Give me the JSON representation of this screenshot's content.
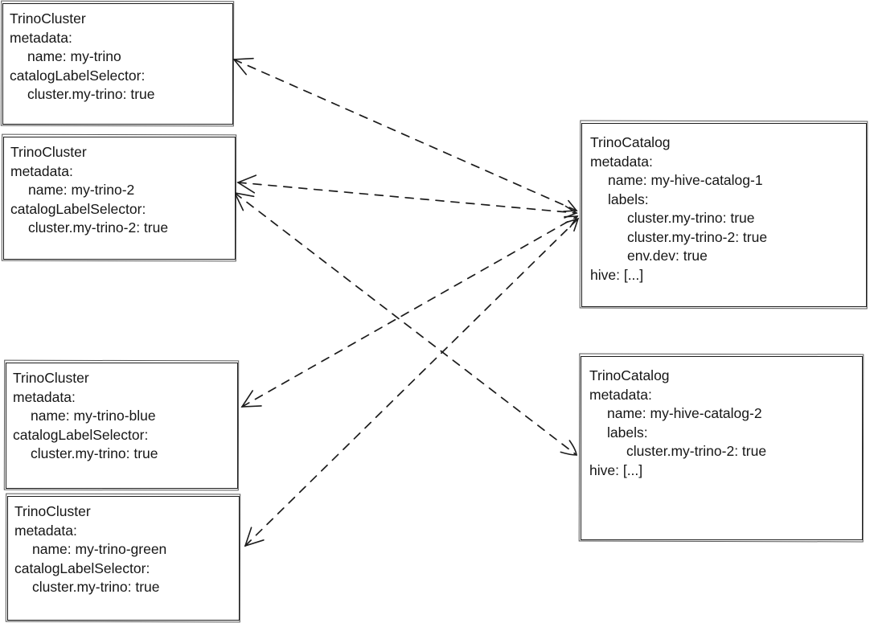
{
  "diagram": {
    "type": "resource-relationship-diagram",
    "colors": {
      "background": "#ffffff",
      "stroke": "#1c1c1c",
      "text": "#161616"
    },
    "boxes": [
      {
        "id": "trinocluster-my-trino",
        "lines": [
          "TrinoCluster",
          "metadata:",
          "name: my-trino",
          "catalogLabelSelector:",
          "cluster.my-trino: true"
        ]
      },
      {
        "id": "trinocluster-my-trino-2",
        "lines": [
          "TrinoCluster",
          "metadata:",
          "name: my-trino-2",
          "catalogLabelSelector:",
          "cluster.my-trino-2: true"
        ]
      },
      {
        "id": "trinocluster-my-trino-blue",
        "lines": [
          "TrinoCluster",
          "metadata:",
          "name: my-trino-blue",
          "catalogLabelSelector:",
          "cluster.my-trino: true"
        ]
      },
      {
        "id": "trinocluster-my-trino-green",
        "lines": [
          "TrinoCluster",
          "metadata:",
          "name: my-trino-green",
          "catalogLabelSelector:",
          "cluster.my-trino: true"
        ]
      },
      {
        "id": "trinocatalog-my-hive-catalog-1",
        "lines": [
          "TrinoCatalog",
          "metadata:",
          "name: my-hive-catalog-1",
          "labels:",
          "cluster.my-trino: true",
          "cluster.my-trino-2: true",
          "env.dev: true",
          "hive: [...]"
        ]
      },
      {
        "id": "trinocatalog-my-hive-catalog-2",
        "lines": [
          "TrinoCatalog",
          "metadata:",
          "name: my-hive-catalog-2",
          "labels:",
          "cluster.my-trino-2: true",
          "hive: [...]"
        ]
      }
    ],
    "edges": [
      {
        "from": "trinocatalog-my-hive-catalog-1",
        "to": "trinocluster-my-trino",
        "style": "dashed",
        "arrowheads": "both"
      },
      {
        "from": "trinocatalog-my-hive-catalog-1",
        "to": "trinocluster-my-trino-2",
        "style": "dashed",
        "arrowheads": "both"
      },
      {
        "from": "trinocatalog-my-hive-catalog-1",
        "to": "trinocluster-my-trino-blue",
        "style": "dashed",
        "arrowheads": "both"
      },
      {
        "from": "trinocatalog-my-hive-catalog-1",
        "to": "trinocluster-my-trino-green",
        "style": "dashed",
        "arrowheads": "both"
      },
      {
        "from": "trinocatalog-my-hive-catalog-2",
        "to": "trinocluster-my-trino-2",
        "style": "dashed",
        "arrowheads": "both"
      }
    ]
  }
}
